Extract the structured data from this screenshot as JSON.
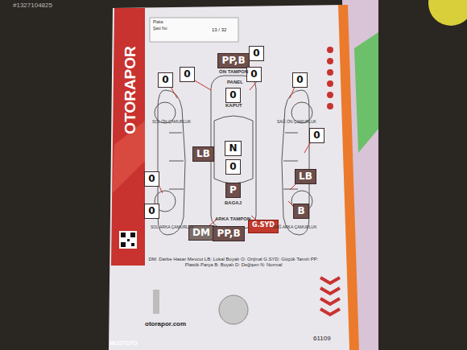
{
  "diagram": {
    "nodes": [
      {
        "text": [
          "0"
        ]
      },
      {
        "text": [
          "PP,B"
        ]
      },
      {
        "text": [
          "0"
        ]
      },
      {
        "text": [
          "0"
        ]
      },
      {
        "text": [
          "0"
        ]
      },
      {
        "text": [
          "0"
        ]
      },
      {
        "text": [
          "0"
        ]
      },
      {
        "text": [
          "N"
        ]
      },
      {
        "text": [
          "LB"
        ]
      },
      {
        "text": [
          "0"
        ]
      },
      {
        "text": [
          "0"
        ]
      },
      {
        "text": [
          "LB"
        ]
      },
      {
        "text": [
          "0"
        ]
      },
      {
        "text": [
          "P"
        ]
      },
      {
        "text": [
          "0"
        ]
      },
      {
        "text": [
          "B"
        ]
      },
      {
        "text": [
          "DM"
        ]
      },
      {
        "text": [
          "PP,B"
        ]
      },
      {
        "text": [
          "G.SYD"
        ]
      }
    ],
    "labels": [
      "#1327104825",
      "OTORAPOR",
      "Plaka",
      "Şasi No",
      "13 / 32",
      "ÖN TAMPON",
      "PANEL",
      "KAPUT",
      "SOL ÖN ÇAMURLUK",
      "SAĞ ÖN ÇAMURLUK",
      "SOL ARKA ÇAMURLUK",
      "SAĞ ARKA ÇAMURLUK",
      "BAGAJ",
      "ARKA TAMPON",
      "DM: Darbe Hasar Mevcut LB: Lokal Boyalı O: Orijinal G.SYD: Göçük Tamiri PP: Plastik Parça B: Boyalı D: Değişen N: Normal",
      "otorapor.com",
      "61109",
      "MUSTOTO"
    ]
  }
}
